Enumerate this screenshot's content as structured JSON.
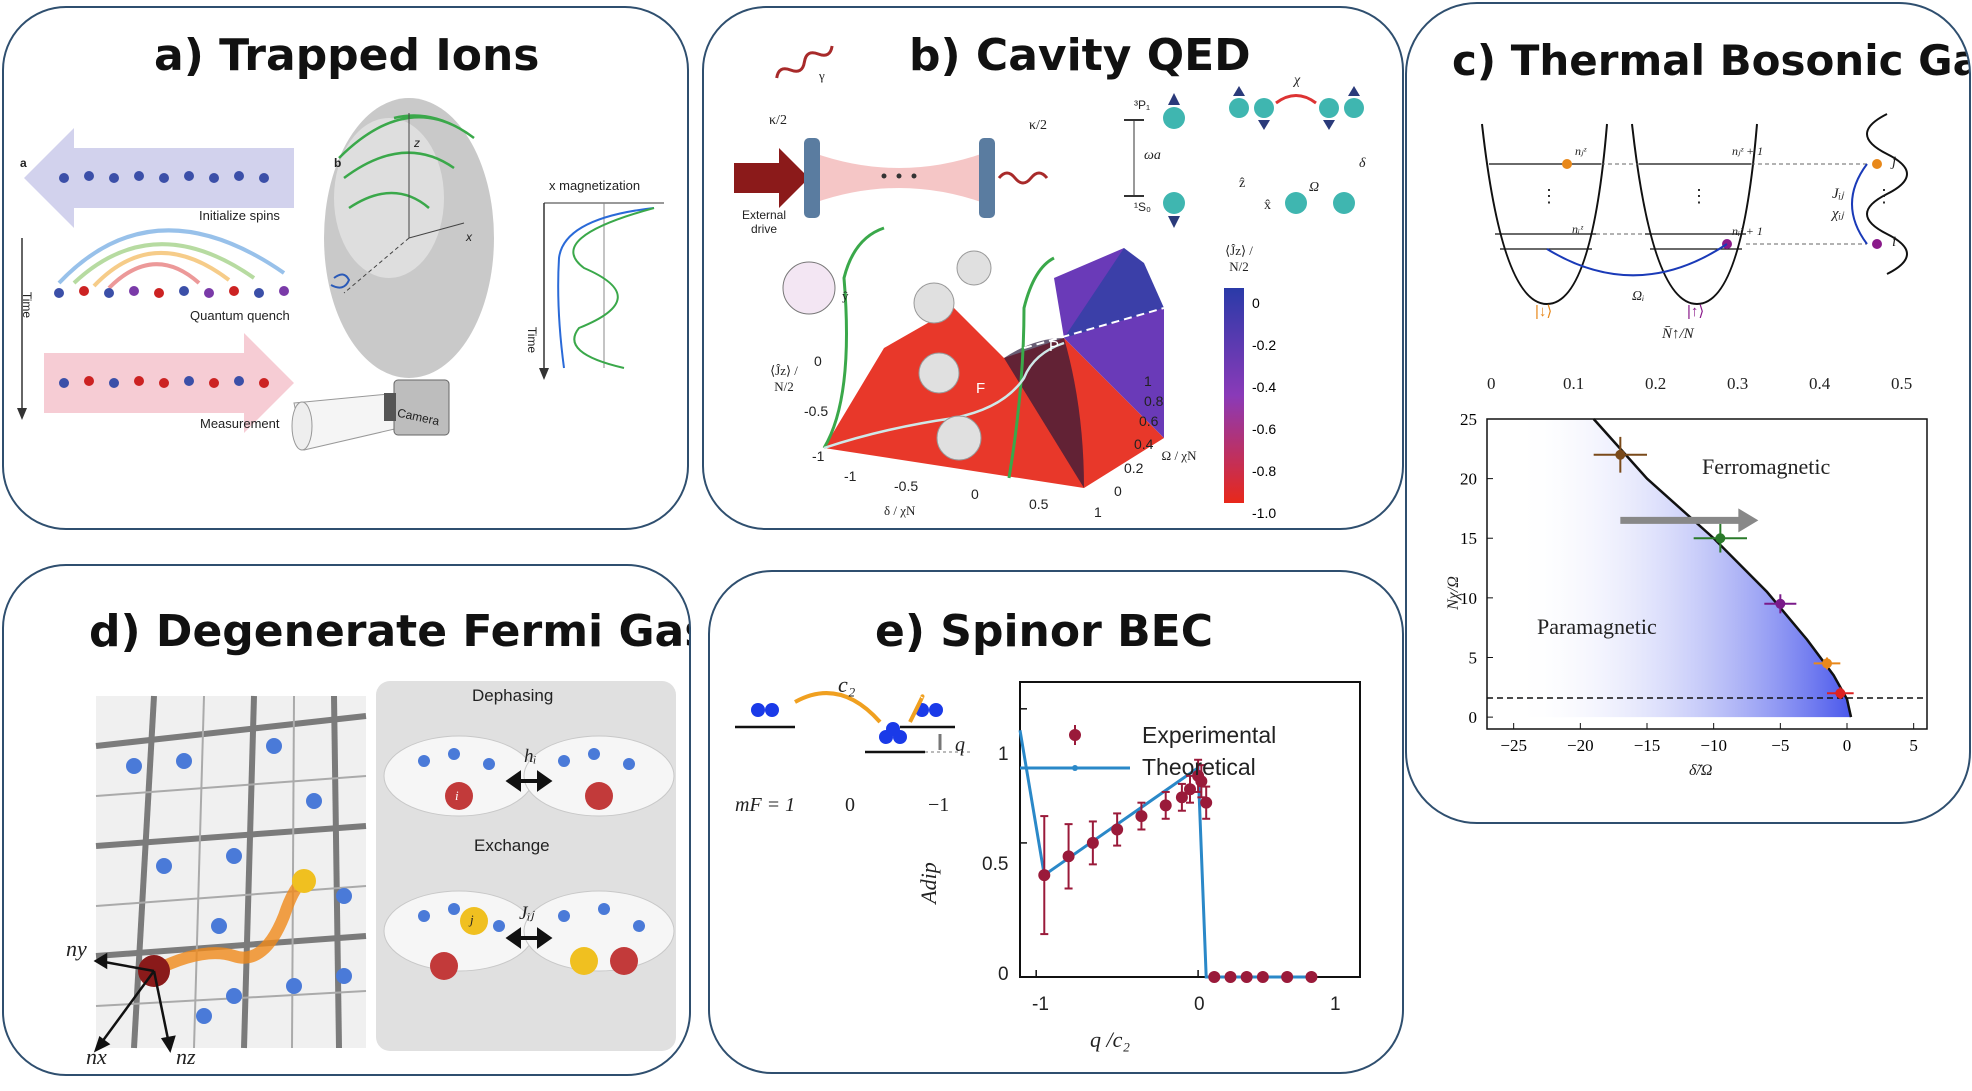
{
  "panels": {
    "a": {
      "title": "a)   Trapped Ions",
      "sub_a": "a",
      "sub_b": "b",
      "initialize": "Initialize spins",
      "quench": "Quantum quench",
      "measurement": "Measurement",
      "camera": "Camera",
      "time": "Time",
      "xmag": "x magnetization",
      "time2": "Time",
      "axis_z": "z",
      "axis_x": "x"
    },
    "b": {
      "title": "b)   Cavity QED",
      "gamma": "γ",
      "kappa_left": "κ/2",
      "kappa_right": "κ/2",
      "external_drive": "External drive",
      "level_top": "³P₁",
      "level_bot": "¹S₀",
      "omega_a": "ωa",
      "chi": "χ",
      "omega": "Ω",
      "delta": "δ",
      "zhat": "ẑ",
      "xhat": "x̂",
      "yhat": "ŷ",
      "phase_F": "F",
      "phase_P": "P",
      "zlabel": "⟨Ĵz⟩ / N/2",
      "xlabel": "δ / χN",
      "ylabel": "Ω / χN",
      "cb_label": "⟨Ĵz⟩ / N/2",
      "cb_ticks": [
        "0",
        "-0.2",
        "-0.4",
        "-0.6",
        "-0.8",
        "-1.0"
      ],
      "x_ticks": [
        "-1",
        "-0.5",
        "0",
        "0.5",
        "1"
      ],
      "y_ticks": [
        "1",
        "0.8",
        "0.6",
        "0.4",
        "0.2",
        "0"
      ],
      "z_ticks": [
        "0",
        "-0.5",
        "-1"
      ]
    },
    "c": {
      "title": "c) Thermal Bosonic Gas",
      "ket_down": "|↓⟩",
      "ket_up": "|↑⟩",
      "nj": "nⱼᶻ",
      "nj1": "nⱼᶻ + 1",
      "ni": "nᵢᶻ",
      "ni1": "nᵢᶻ + 1",
      "omega_i": "Ωᵢ",
      "jij": "Jᵢⱼ",
      "chiij": "χᵢⱼ",
      "site_j": "j",
      "site_i": "i",
      "vdots": "⋮",
      "cb_label": "N̄↑/N",
      "cb_ticks": [
        "0",
        "0.1",
        "0.2",
        "0.3",
        "0.4",
        "0.5"
      ],
      "ferro": "Ferromagnetic",
      "para": "Paramagnetic",
      "xlabel": "δ̃/Ω",
      "ylabel": "Nχ/Ω",
      "x_ticks": [
        "−25",
        "−20",
        "−15",
        "−10",
        "−5",
        "0",
        "5"
      ],
      "y_ticks": [
        "0",
        "5",
        "10",
        "15",
        "20",
        "25"
      ]
    },
    "d": {
      "title": "d) Degenerate Fermi Gases",
      "dephasing": "Dephasing",
      "hi": "hᵢ",
      "exchange": "Exchange",
      "jij": "Jᵢⱼ",
      "i": "i",
      "j": "j",
      "ny": "ny",
      "nx": "nx",
      "nz": "nz"
    },
    "e": {
      "title": "e)   Spinor BEC",
      "c2": "c₂",
      "q": "q",
      "mf1": "mF = 1",
      "mf0": "0",
      "mfm1": "−1",
      "legend_exp": "Experimental",
      "legend_theo": "Theoretical",
      "ylabel": "Adip",
      "xlabel": "q  /c₂",
      "x_ticks": [
        "-1",
        "0",
        "1"
      ],
      "y_ticks": [
        "1",
        "0.5",
        "0"
      ]
    }
  },
  "chart_data": [
    {
      "type": "scatter",
      "panel": "c",
      "xlabel": "δ̃/Ω",
      "ylabel": "Nχ/Ω",
      "xlim": [
        -27,
        6
      ],
      "ylim": [
        -1,
        25
      ],
      "series": [
        {
          "kind": "points",
          "x": [
            -17,
            -9.5,
            -5,
            -1.5,
            -0.5
          ],
          "y": [
            22,
            15,
            9.5,
            4.5,
            2
          ],
          "xerr": [
            2,
            2,
            1.2,
            1,
            1
          ],
          "yerr": [
            1.5,
            1.2,
            0.8,
            0.5,
            0.5
          ],
          "colors": [
            "#7a4a1a",
            "#2a7a2a",
            "#7a1a8a",
            "#e8881a",
            "#dd2222"
          ]
        },
        {
          "kind": "boundary",
          "x": [
            -19,
            -15,
            -10,
            -6,
            -3,
            -1,
            0,
            0.3
          ],
          "y": [
            25,
            20,
            15,
            10.5,
            6.5,
            3.5,
            1.5,
            0
          ]
        },
        {
          "kind": "dashed",
          "y": 1.6
        }
      ],
      "colorbar_range": [
        0,
        0.5
      ]
    },
    {
      "type": "line",
      "panel": "e",
      "xlabel": "q  /c₂",
      "ylabel": "Adip",
      "xlim": [
        -1.1,
        1
      ],
      "ylim": [
        0,
        1.1
      ],
      "series": [
        {
          "name": "Experimental",
          "x": [
            -0.95,
            -0.8,
            -0.65,
            -0.5,
            -0.35,
            -0.2,
            -0.1,
            -0.05,
            0,
            0.02,
            0.05,
            0.1,
            0.2,
            0.3,
            0.4,
            0.55,
            0.7
          ],
          "y": [
            0.38,
            0.45,
            0.5,
            0.55,
            0.6,
            0.64,
            0.67,
            0.7,
            0.75,
            0.73,
            0.65,
            0.0,
            0.0,
            0.0,
            0.0,
            0.0,
            0.0
          ],
          "err": [
            0.22,
            0.12,
            0.08,
            0.06,
            0.05,
            0.05,
            0.05,
            0.05,
            0.06,
            0.06,
            0.06,
            0,
            0,
            0,
            0,
            0,
            0
          ]
        },
        {
          "name": "Theoretical",
          "x": [
            -1.1,
            -0.95,
            0,
            0,
            0.05,
            0.7
          ],
          "y": [
            0.92,
            0.38,
            0.78,
            0.78,
            0.0,
            0.0
          ]
        }
      ]
    }
  ]
}
